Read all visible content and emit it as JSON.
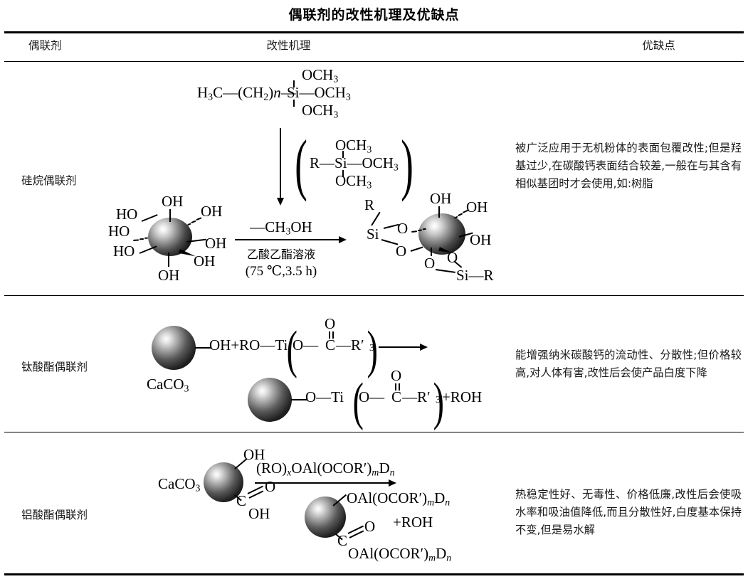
{
  "document": {
    "title": "偶联剂的改性机理及优缺点",
    "type": "table"
  },
  "table": {
    "headers": [
      "偶联剂",
      "改性机理",
      "优缺点"
    ],
    "rows": [
      {
        "agent": "硅烷偶联剂",
        "advantages": "被广泛应用于无机粉体的表面包覆改性;但是羟基过少,在碳酸钙表面结合较差,一般在与其含有相似基团时才会使用,如:树脂",
        "mechanism": {
          "reactant_top": "H₃C—(CH₂)ₙ—Si(OCH₃)₃",
          "intermediate": "R—Si(OCH₃)₃",
          "arrow_above": "—CH₃OH",
          "arrow_below_1": "乙酸乙酯溶液",
          "arrow_below_2": "(75 ℃,3.5 h)",
          "substrate_labels": [
            "OH",
            "OH",
            "HO",
            "HO",
            "HO",
            "OH",
            "OH",
            "OH"
          ],
          "product_labels": [
            "OH",
            "OH",
            "OH",
            "O",
            "O",
            "O",
            "Si",
            "R",
            "Si—R"
          ]
        }
      },
      {
        "agent": "钛酸酯偶联剂",
        "advantages": "能增强纳米碳酸钙的流动性、分散性;但价格较高,对人体有害,改性后会使产品白度下降",
        "mechanism": {
          "sphere_label": "CaCO₃",
          "reactant": "—OH+RO—Ti(O—C(=O)—R′)₃",
          "product": "—O—Ti(O—C(=O)—R′)₃+ROH"
        }
      },
      {
        "agent": "铝酸酯偶联剂",
        "advantages": "热稳定性好、无毒性、价格低廉,改性后会使吸水率和吸油值降低,而且分散性好,白度基本保持不变,但是易水解",
        "mechanism": {
          "sphere_label": "CaCO₃",
          "reagent": "(RO)ₓOAl(OCOR′)ₘDₙ",
          "substrate_groups": [
            "OH",
            "C",
            "O",
            "OH"
          ],
          "product_groups": [
            "OAl(OCOR′)ₘDₙ",
            "+ROH",
            "C",
            "O",
            "OAl(OCOR′)ₘDₙ"
          ]
        }
      }
    ]
  },
  "chem_text": {
    "h3c": "H",
    "h3c_sub": "3",
    "c_label": "C",
    "ch2": "(CH",
    "ch2_sub": "2",
    "ch2_n": "n",
    "si": "Si",
    "och3": "OCH",
    "och3_sub": "3",
    "r": "R",
    "oh": "OH",
    "ho": "HO",
    "o": "O",
    "minus_ch3oh_1": "—CH",
    "minus_ch3oh_2": "3",
    "minus_ch3oh_3": "OH",
    "solvent": "乙酸乙酯溶液",
    "condition": "(75 ℃,3.5 h)",
    "caco3": "CaCO",
    "caco3_sub": "3",
    "si_r": "Si—R",
    "ti_chain_a": "—OH+RO—Ti",
    "ti_chain_b": "O—",
    "ti_chain_c": "C",
    "ti_chain_d": "—R′",
    "ti_sub3": "3",
    "prod_chain_a": "—O—Ti",
    "plus_roh": "+ROH",
    "al_reagent_a": "(RO)",
    "al_reagent_x": "x",
    "al_reagent_b": "OAl(OCOR′)",
    "al_reagent_m": "m",
    "al_reagent_d": "D",
    "al_reagent_n": "n",
    "oal": "OAl(OCOR′)",
    "oal_m": "m",
    "oal_d": "D",
    "oal_n": "n",
    "c_atom": "C"
  },
  "colors": {
    "text": "#1a1a1a",
    "rule": "#000000",
    "background": "#ffffff"
  }
}
